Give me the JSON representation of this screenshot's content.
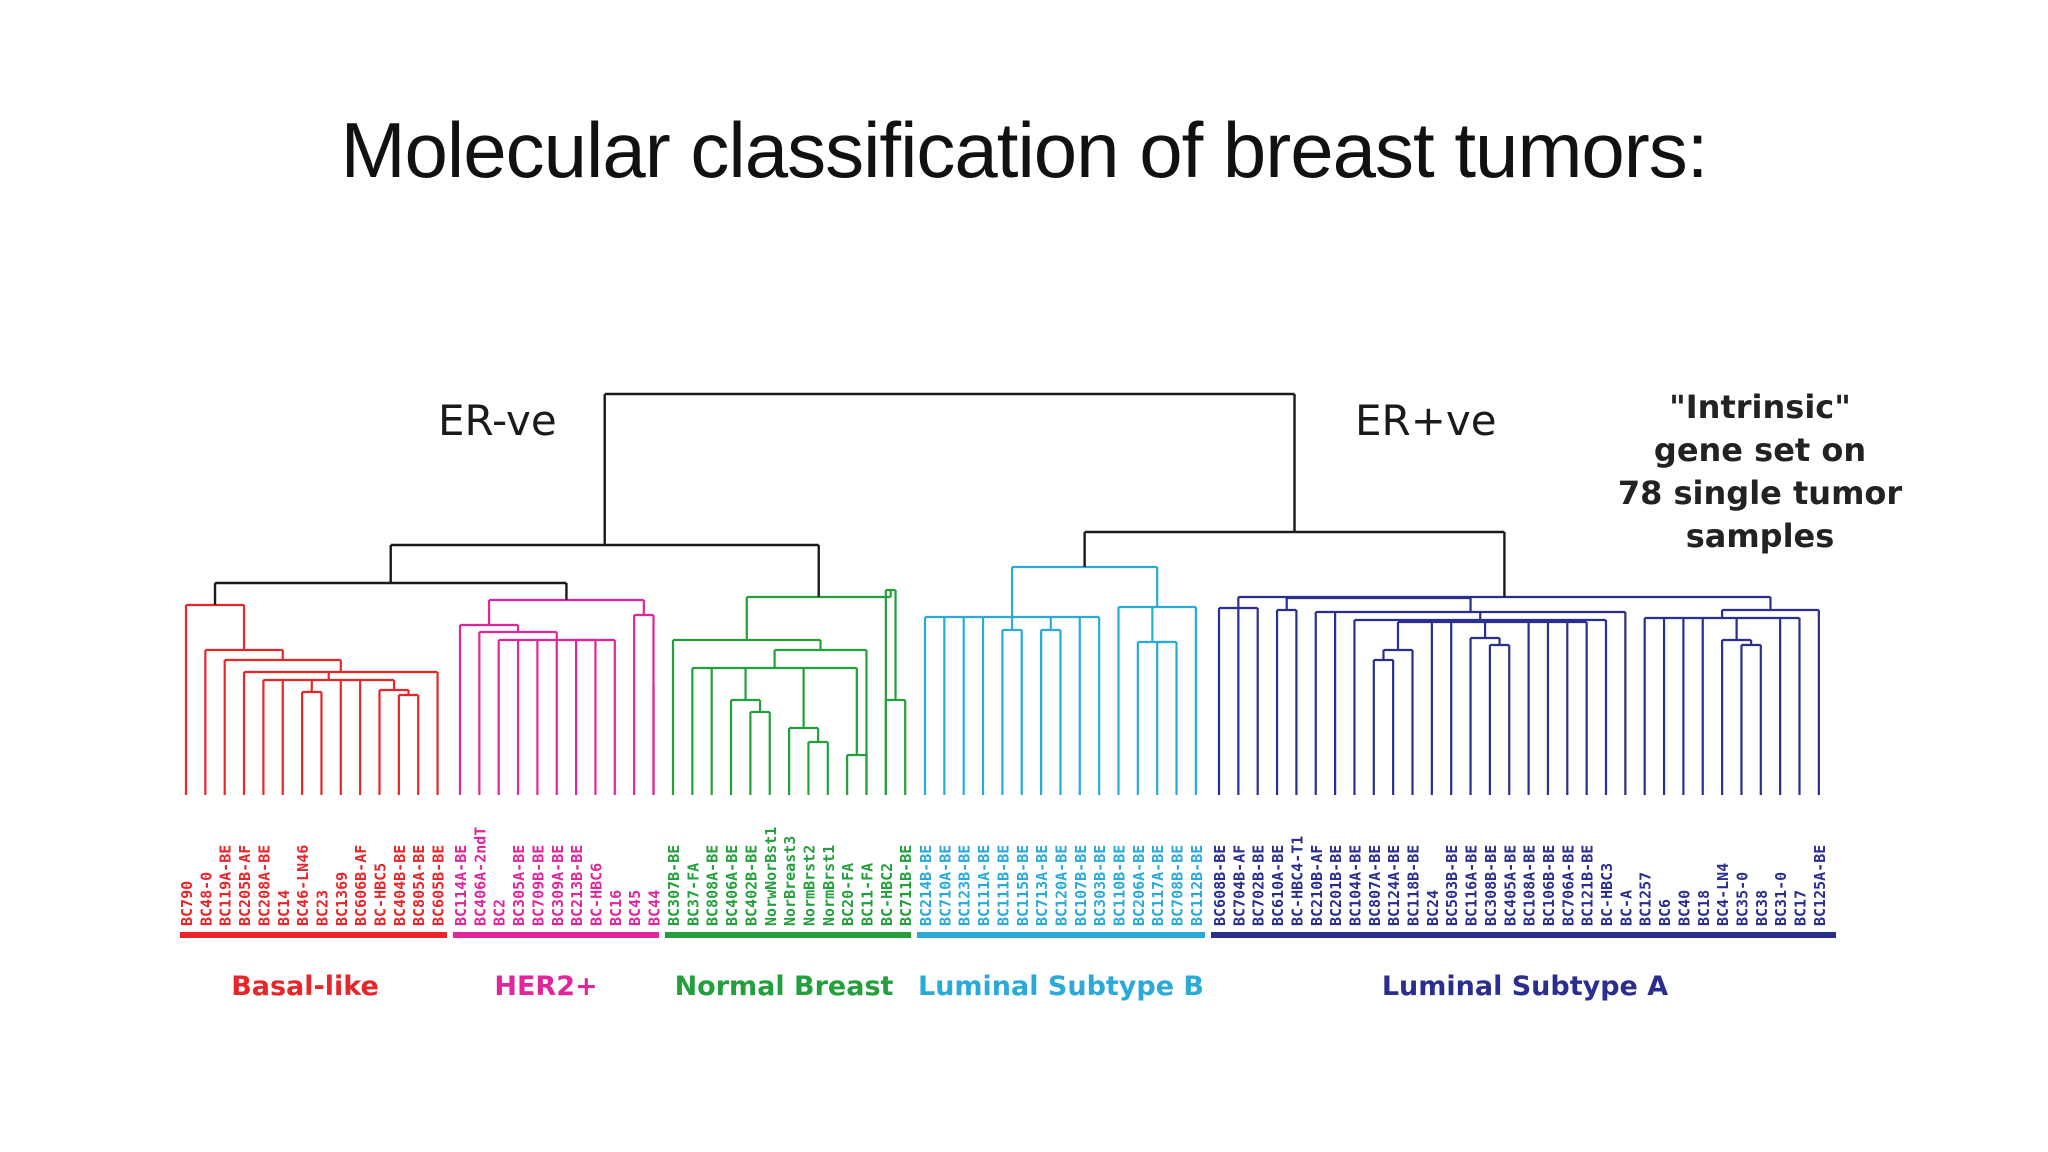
{
  "title": "Molecular classification of breast tumors:",
  "er_neg_label": "ER-ve",
  "er_pos_label": "ER+ve",
  "intrinsic_note": [
    "\"Intrinsic\"",
    "gene set on",
    "78 single tumor",
    "samples"
  ],
  "tree_color": "#1a1a1a",
  "groups": [
    {
      "name": "Basal-like",
      "color": "#e8262a",
      "samples": [
        "BC790",
        "BC48-0",
        "BC119A-BE",
        "BC205B-AF",
        "BC208A-BE",
        "BC14",
        "BC46-LN46",
        "BC23",
        "BC1369",
        "BC606B-AF",
        "BC-HBC5",
        "BC404B-BE",
        "BC805A-BE",
        "BC605B-BE"
      ]
    },
    {
      "name": "HER2+",
      "color": "#e0269a",
      "samples": [
        "BC114A-BE",
        "BC406A-2ndT",
        "BC2",
        "BC305A-BE",
        "BC709B-BE",
        "BC309A-BE",
        "BC213B-BE",
        "BC-HBC6",
        "BC16",
        "BC45",
        "BC44"
      ]
    },
    {
      "name": "Normal Breast",
      "color": "#23a03c",
      "samples": [
        "BC307B-BE",
        "BC37-FA",
        "BC808A-BE",
        "BC406A-BE",
        "BC402B-BE",
        "NorwNorBst1",
        "NorBreast3",
        "NormBrst2",
        "NormBrst1",
        "BC20-FA",
        "BC11-FA",
        "BC-HBC2",
        "BC711B-BE"
      ]
    },
    {
      "name": "Luminal Subtype B",
      "color": "#2aaad8",
      "samples": [
        "BC214B-BE",
        "BC710A-BE",
        "BC123B-BE",
        "BC111A-BE",
        "BC111B-BE",
        "BC115B-BE",
        "BC713A-BE",
        "BC120A-BE",
        "BC107B-BE",
        "BC303B-BE",
        "BC110B-BE",
        "BC206A-BE",
        "BC117A-BE",
        "BC708B-BE",
        "BC112B-BE"
      ]
    },
    {
      "name": "Luminal Subtype A",
      "color": "#2a2e8e",
      "samples": [
        "BC608B-BE",
        "BC704B-AF",
        "BC702B-BE",
        "BC610A-BE",
        "BC-HBC4-T1",
        "BC210B-AF",
        "BC201B-BE",
        "BC104A-BE",
        "BC807A-BE",
        "BC124A-BE",
        "BC118B-BE",
        "BC24",
        "BC503B-BE",
        "BC116A-BE",
        "BC308B-BE",
        "BC405A-BE",
        "BC108A-BE",
        "BC106B-BE",
        "BC706A-BE",
        "BC121B-BE",
        "BC-HBC3",
        "BC-A",
        "BC1257",
        "BC6",
        "BC40",
        "BC18",
        "BC4-LN4",
        "BC35-0",
        "BC38",
        "BC31-0",
        "BC17",
        "BC125A-BE"
      ]
    }
  ]
}
